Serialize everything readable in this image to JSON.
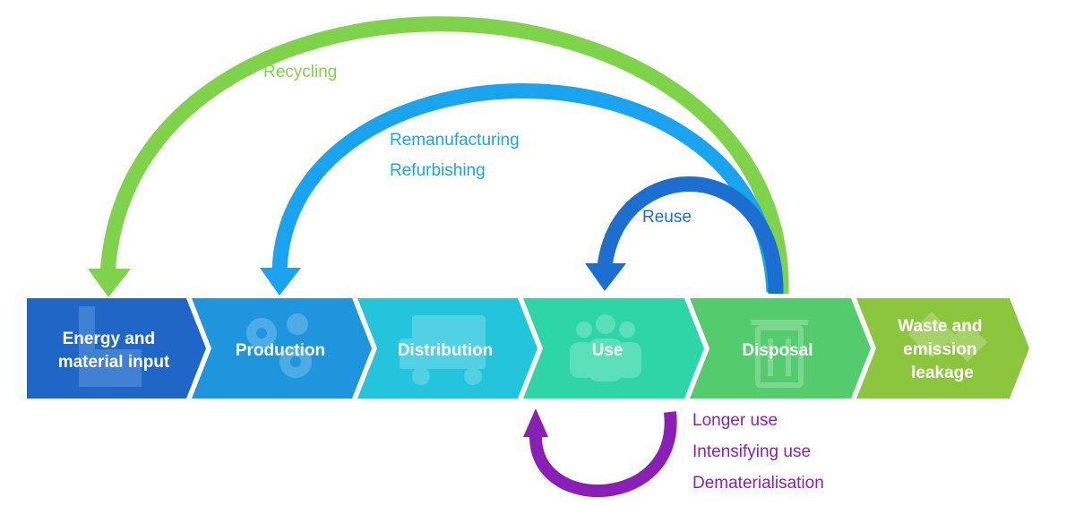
{
  "stages": [
    {
      "label_lines": [
        "Energy and",
        "material input"
      ],
      "color": "#1f66c6",
      "icon": "factory-icon"
    },
    {
      "label_lines": [
        "Production"
      ],
      "color": "#1f95dd",
      "icon": "gears-icon"
    },
    {
      "label_lines": [
        "Distribution"
      ],
      "color": "#24c4dd",
      "icon": "truck-icon"
    },
    {
      "label_lines": [
        "Use"
      ],
      "color": "#2ed6a6",
      "icon": "people-icon"
    },
    {
      "label_lines": [
        "Disposal"
      ],
      "color": "#54cb6c",
      "icon": "trash-bin-icon"
    },
    {
      "label_lines": [
        "Waste and",
        "emission",
        "leakage"
      ],
      "color": "#8cc63f",
      "icon": "waste-icon"
    }
  ],
  "loops": {
    "recycling": {
      "label": "Recycling",
      "color": "#7ed34a"
    },
    "remanufacturing": {
      "labels": [
        "Remanufacturing",
        "Refurbishing"
      ],
      "color": "#1aa3ef"
    },
    "reuse": {
      "label": "Reuse",
      "color": "#1c6fd0"
    },
    "longer_use": {
      "labels": [
        "Longer use",
        "Intensifying use",
        "Dematerialisation"
      ],
      "color": "#8a1fb8"
    }
  }
}
